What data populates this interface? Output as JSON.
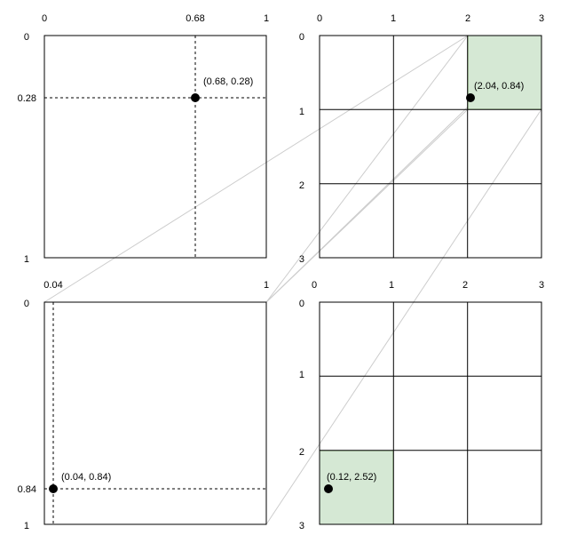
{
  "panels": {
    "top_left": {
      "x_ticks": [
        "0",
        "0.68",
        "1"
      ],
      "y_ticks": [
        "0",
        "0.28",
        "1"
      ],
      "point": {
        "u": 0.68,
        "v": 0.28,
        "label": "(0.68, 0.28)"
      }
    },
    "top_right": {
      "x_ticks": [
        "0",
        "1",
        "2",
        "3"
      ],
      "y_ticks": [
        "0",
        "1",
        "2",
        "3"
      ],
      "highlight_cell": {
        "col": 2,
        "row": 0
      },
      "point": {
        "u": 2.04,
        "v": 0.84,
        "label": "(2.04, 0.84)"
      }
    },
    "bottom_left": {
      "x_ticks": [
        "0.04",
        "1"
      ],
      "y_ticks": [
        "0",
        "0.84",
        "1"
      ],
      "point": {
        "u": 0.04,
        "v": 0.84,
        "label": "(0.04, 0.84)"
      }
    },
    "bottom_right": {
      "x_ticks": [
        "0",
        "1",
        "2",
        "3"
      ],
      "y_ticks": [
        "0",
        "1",
        "2",
        "3"
      ],
      "highlight_cell": {
        "col": 0,
        "row": 2
      },
      "point": {
        "u": 0.12,
        "v": 2.52,
        "label": "(0.12, 2.52)"
      }
    }
  },
  "colors": {
    "highlight_fill": "#d5e8d4",
    "highlight_stroke": "#82b366",
    "connector": "#cccccc",
    "grid": "#000000"
  }
}
